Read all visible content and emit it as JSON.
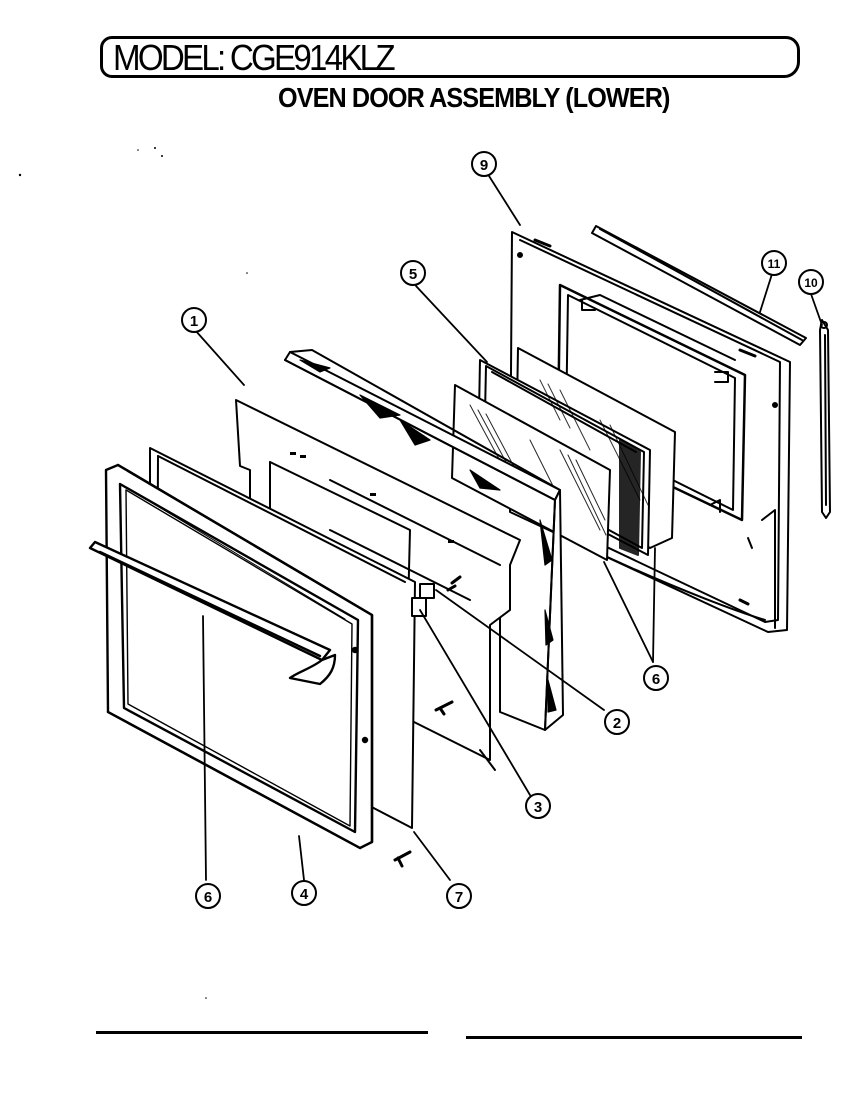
{
  "header": {
    "model_label": "MODEL: CGE914KLZ",
    "subtitle": "OVEN DOOR ASSEMBLY (LOWER)"
  },
  "callouts": [
    {
      "id": "callout-1",
      "label": "1"
    },
    {
      "id": "callout-2",
      "label": "2"
    },
    {
      "id": "callout-3",
      "label": "3"
    },
    {
      "id": "callout-4",
      "label": "4"
    },
    {
      "id": "callout-5",
      "label": "5"
    },
    {
      "id": "callout-6-left",
      "label": "6"
    },
    {
      "id": "callout-6-right",
      "label": "6"
    },
    {
      "id": "callout-7",
      "label": "7"
    },
    {
      "id": "callout-9",
      "label": "9"
    },
    {
      "id": "callout-10",
      "label": "10"
    },
    {
      "id": "callout-11",
      "label": "11"
    }
  ],
  "colors": {
    "ink": "#000000",
    "paper": "#ffffff"
  }
}
